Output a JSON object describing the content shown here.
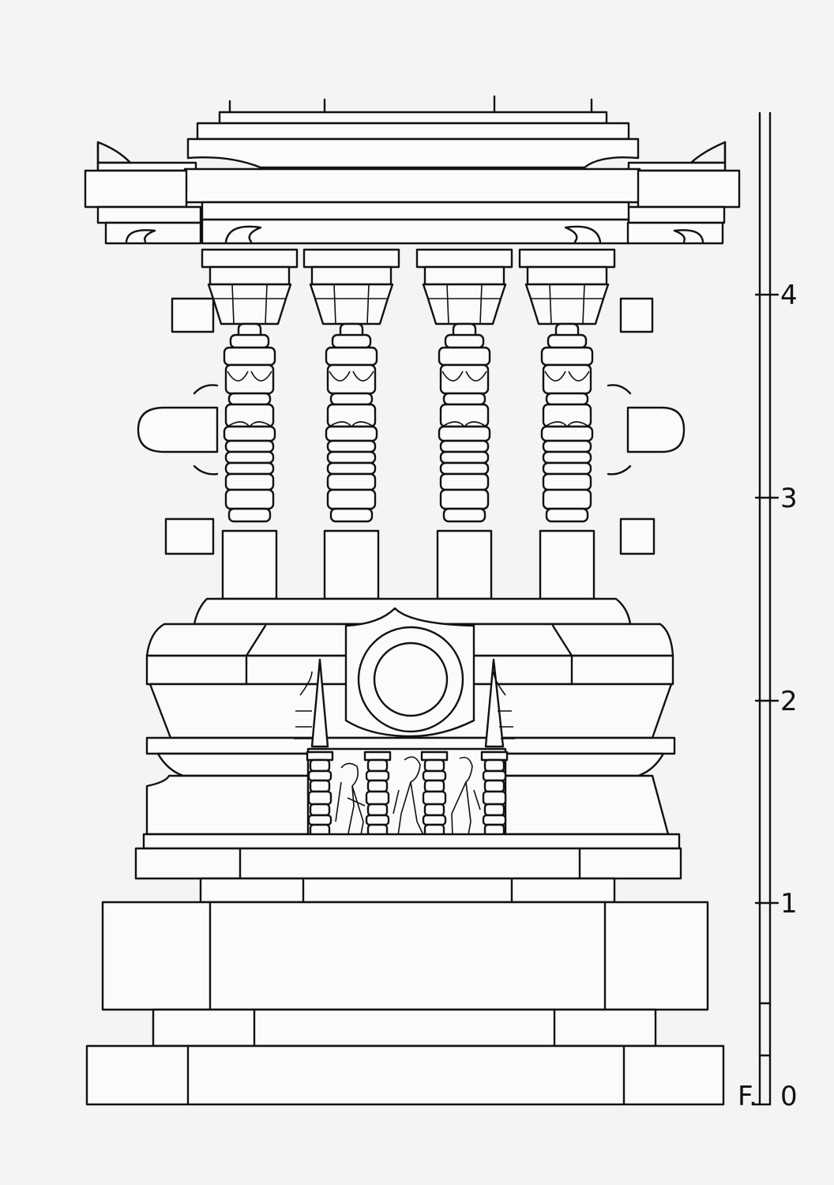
{
  "scale_bar": {
    "ticks": [
      "0",
      "1",
      "2",
      "3",
      "4"
    ]
  },
  "figure_label": "F."
}
